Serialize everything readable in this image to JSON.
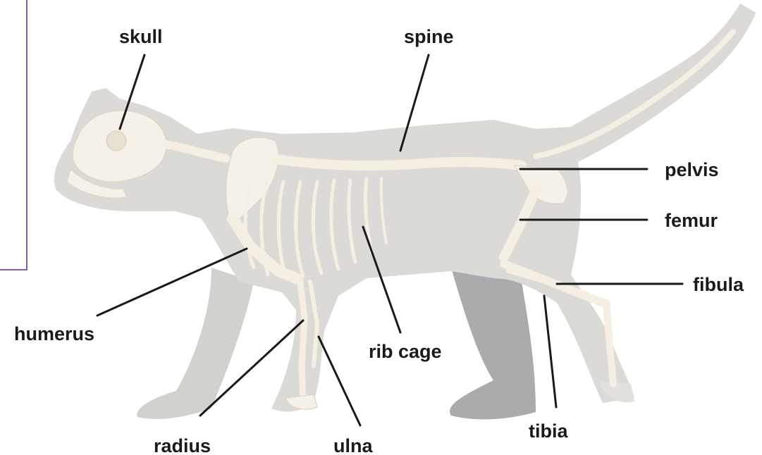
{
  "diagram": {
    "colors": {
      "frame": "#5b2a86",
      "body": "#dcdad6",
      "far_legs": "#cfcdc9",
      "far_hind_leg": "#a9abad",
      "bone": "#f6f1e8",
      "leader": "#1a1a1a",
      "label": "#1a1a1a"
    },
    "labels": {
      "skull": "skull",
      "spine": "spine",
      "pelvis": "pelvis",
      "femur": "femur",
      "fibula": "fibula",
      "humerus": "humerus",
      "rib_cage": "rib cage",
      "radius": "radius",
      "ulna": "ulna",
      "tibia": "tibia"
    }
  }
}
